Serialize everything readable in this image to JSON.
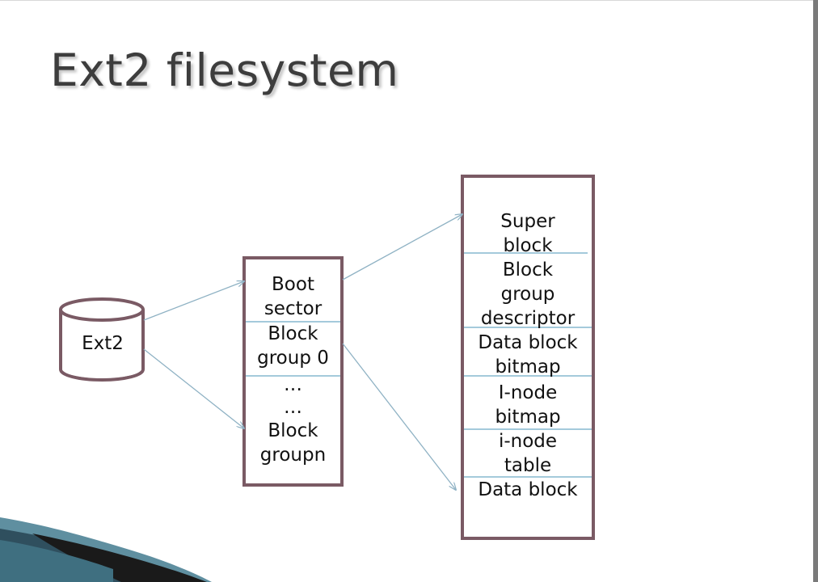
{
  "slide": {
    "title": "Ext2 filesystem"
  },
  "disk": {
    "label": "Ext2"
  },
  "partition_box": {
    "boot_sector": [
      "Boot",
      "sector"
    ],
    "block_group_0": [
      "Block",
      "group 0"
    ],
    "ellipsis": [
      "…",
      "…"
    ],
    "block_group_n": [
      "Block",
      "groupn"
    ]
  },
  "group_box": {
    "super_block": [
      "Super",
      "block"
    ],
    "group_descriptor": [
      "Block",
      "group",
      "descriptor"
    ],
    "data_block_bitmap": [
      "Data block",
      "bitmap"
    ],
    "inode_bitmap": [
      "I-node",
      "bitmap"
    ],
    "inode_table": [
      "i-node",
      "table"
    ],
    "data_block": [
      "Data block"
    ]
  },
  "colors": {
    "box_border": "#7a5a64",
    "divider": "#86b8cf",
    "arrow": "#8fb2c4",
    "title_text": "#3d3d3d",
    "deco_dark": "#1a1a1a",
    "deco_teal": "#5f8fa0"
  }
}
